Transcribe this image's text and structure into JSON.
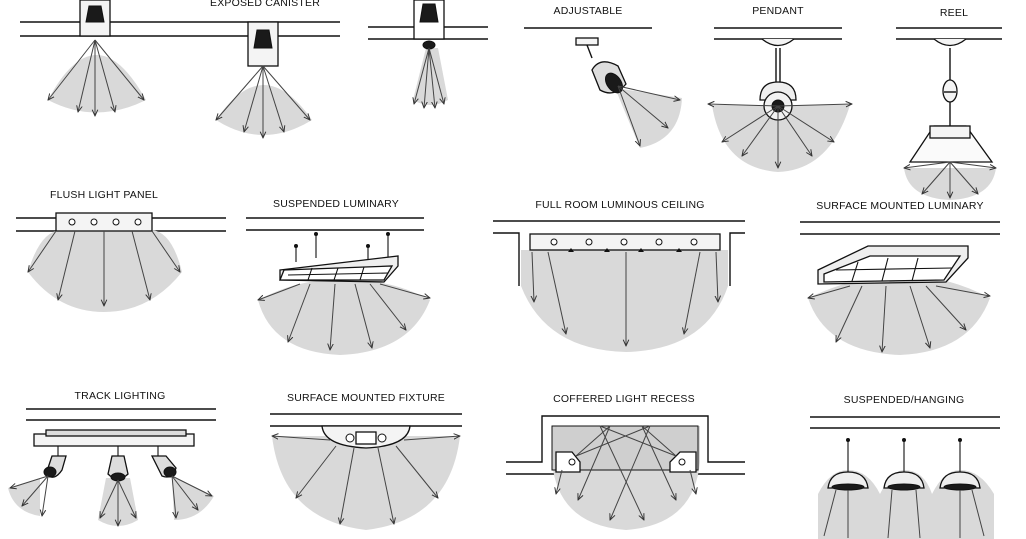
{
  "labels": {
    "exposed_canister": "EXPOSED CANISTER",
    "adjustable": "ADJUSTABLE",
    "pendant": "PENDANT",
    "reel": "REEL",
    "flush_light_panel": "FLUSH LIGHT PANEL",
    "suspended_luminary": "SUSPENDED LUMINARY",
    "full_room_luminous_ceiling": "FULL ROOM LUMINOUS CEILING",
    "surface_mounted_luminary": "SURFACE MOUNTED LUMINARY",
    "track_lighting": "TRACK LIGHTING",
    "surface_mounted_fixture": "SURFACE MOUNTED FIXTURE",
    "coffered_light_recess": "COFFERED LIGHT RECESS",
    "suspended_hanging": "SUSPENDED/HANGING"
  },
  "colors": {
    "line": "#111111",
    "light_beam": "#d9d9d9",
    "background": "#ffffff"
  }
}
